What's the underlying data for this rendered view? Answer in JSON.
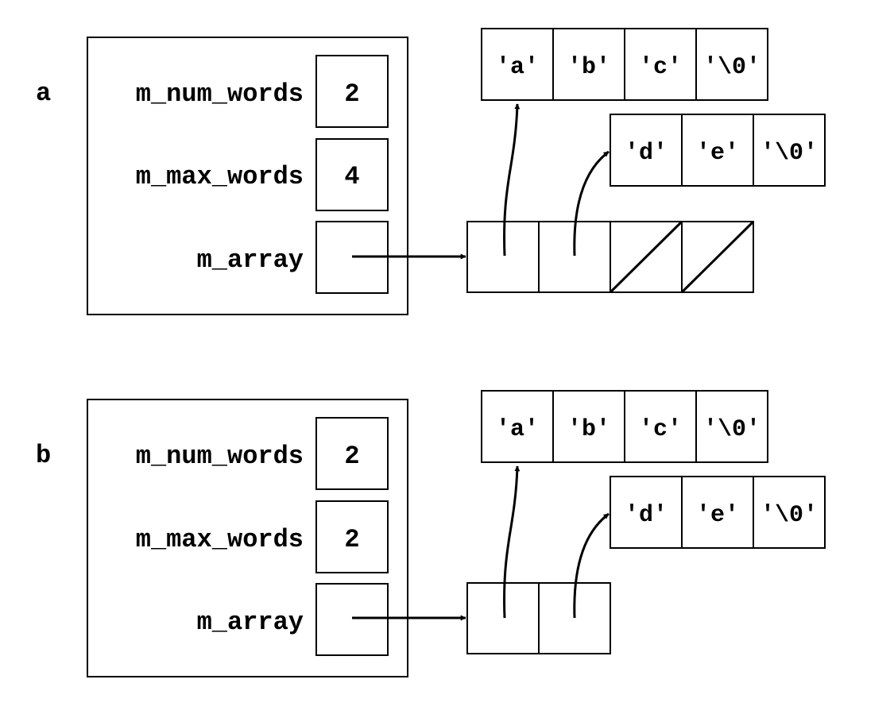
{
  "diagrams": [
    {
      "var_name": "a",
      "fields": [
        {
          "name": "m_num_words",
          "value": "2"
        },
        {
          "name": "m_max_words",
          "value": "4"
        },
        {
          "name": "m_array",
          "value": ""
        }
      ],
      "array_slots": [
        "ptr",
        "ptr",
        "null",
        "null"
      ],
      "strings": [
        [
          "'a'",
          "'b'",
          "'c'",
          "'\\0'"
        ],
        [
          "'d'",
          "'e'",
          "'\\0'"
        ]
      ]
    },
    {
      "var_name": "b",
      "fields": [
        {
          "name": "m_num_words",
          "value": "2"
        },
        {
          "name": "m_max_words",
          "value": "2"
        },
        {
          "name": "m_array",
          "value": ""
        }
      ],
      "array_slots": [
        "ptr",
        "ptr"
      ],
      "strings": [
        [
          "'a'",
          "'b'",
          "'c'",
          "'\\0'"
        ],
        [
          "'d'",
          "'e'",
          "'\\0'"
        ]
      ]
    }
  ]
}
